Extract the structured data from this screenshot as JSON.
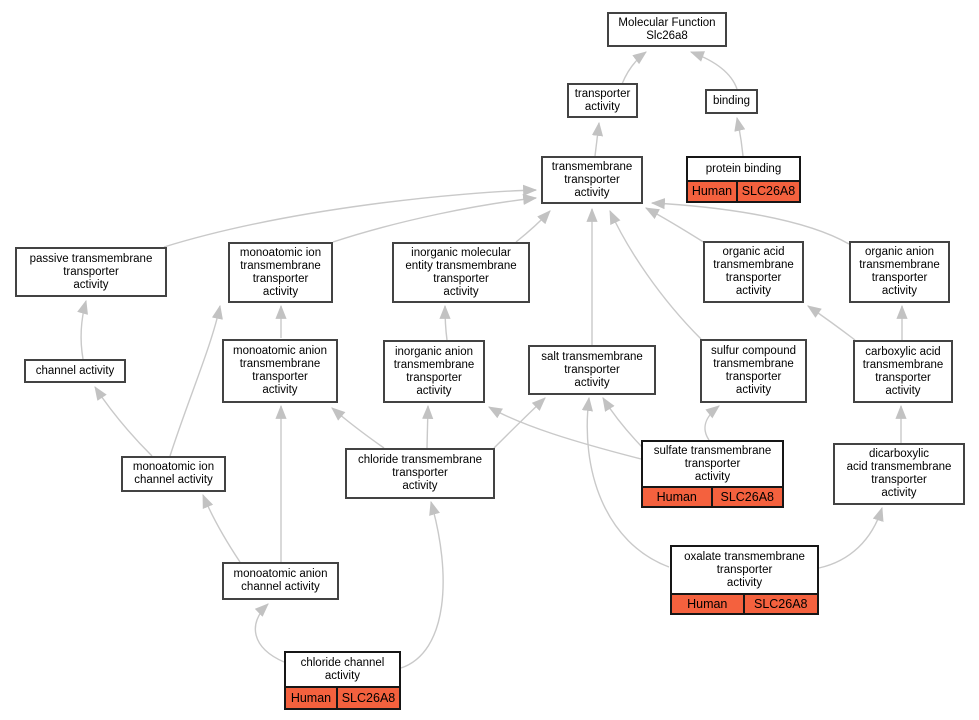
{
  "diagram": {
    "title": "Molecular Function Slc26a8",
    "type": "gene-ontology-dag",
    "annotation_color": "#f4613e",
    "edge_color": "#c9c9c9",
    "node_border_color": "#434343",
    "nodes": [
      {
        "id": "mf",
        "label": "Molecular Function\nSlc26a8"
      },
      {
        "id": "transporter",
        "label": "transporter\nactivity"
      },
      {
        "id": "binding",
        "label": "binding"
      },
      {
        "id": "tta",
        "label": "transmembrane\ntransporter\nactivity"
      },
      {
        "id": "protein_binding",
        "label": "protein binding",
        "annotation": {
          "species": "Human",
          "gene": "SLC26A8"
        }
      },
      {
        "id": "passive",
        "label": "passive transmembrane\ntransporter\nactivity"
      },
      {
        "id": "mono_ion_tta",
        "label": "monoatomic ion\ntransmembrane\ntransporter\nactivity"
      },
      {
        "id": "inorg_mol",
        "label": "inorganic molecular\nentity transmembrane\ntransporter\nactivity"
      },
      {
        "id": "org_acid",
        "label": "organic acid\ntransmembrane\ntransporter\nactivity"
      },
      {
        "id": "org_anion",
        "label": "organic anion\ntransmembrane\ntransporter\nactivity"
      },
      {
        "id": "channel",
        "label": "channel activity"
      },
      {
        "id": "mono_anion_tta",
        "label": "monoatomic anion\ntransmembrane\ntransporter\nactivity"
      },
      {
        "id": "inorg_anion",
        "label": "inorganic anion\ntransmembrane\ntransporter\nactivity"
      },
      {
        "id": "salt",
        "label": "salt transmembrane\ntransporter\nactivity"
      },
      {
        "id": "sulfur",
        "label": "sulfur compound\ntransmembrane\ntransporter\nactivity"
      },
      {
        "id": "carboxylic",
        "label": "carboxylic acid\ntransmembrane\ntransporter\nactivity"
      },
      {
        "id": "mono_ion_channel",
        "label": "monoatomic ion\nchannel activity"
      },
      {
        "id": "chloride_tta",
        "label": "chloride transmembrane\ntransporter\nactivity"
      },
      {
        "id": "sulfate",
        "label": "sulfate transmembrane\ntransporter\nactivity",
        "annotation": {
          "species": "Human",
          "gene": "SLC26A8"
        }
      },
      {
        "id": "dicarboxylic",
        "label": "dicarboxylic\nacid transmembrane\ntransporter\nactivity"
      },
      {
        "id": "mono_anion_channel",
        "label": "monoatomic anion\nchannel activity"
      },
      {
        "id": "oxalate",
        "label": "oxalate transmembrane\ntransporter\nactivity",
        "annotation": {
          "species": "Human",
          "gene": "SLC26A8"
        }
      },
      {
        "id": "chloride_channel",
        "label": "chloride channel\nactivity",
        "annotation": {
          "species": "Human",
          "gene": "SLC26A8"
        }
      }
    ],
    "edges": [
      {
        "from": "transporter",
        "to": "mf"
      },
      {
        "from": "binding",
        "to": "mf"
      },
      {
        "from": "tta",
        "to": "transporter"
      },
      {
        "from": "protein_binding",
        "to": "binding"
      },
      {
        "from": "passive",
        "to": "tta"
      },
      {
        "from": "mono_ion_tta",
        "to": "tta"
      },
      {
        "from": "inorg_mol",
        "to": "tta"
      },
      {
        "from": "salt",
        "to": "tta"
      },
      {
        "from": "sulfur",
        "to": "tta"
      },
      {
        "from": "org_acid",
        "to": "tta"
      },
      {
        "from": "org_anion",
        "to": "tta"
      },
      {
        "from": "channel",
        "to": "passive"
      },
      {
        "from": "mono_anion_tta",
        "to": "mono_ion_tta"
      },
      {
        "from": "mono_ion_channel",
        "to": "channel"
      },
      {
        "from": "mono_ion_channel",
        "to": "mono_ion_tta"
      },
      {
        "from": "inorg_anion",
        "to": "inorg_mol"
      },
      {
        "from": "chloride_tta",
        "to": "mono_anion_tta"
      },
      {
        "from": "chloride_tta",
        "to": "inorg_anion"
      },
      {
        "from": "chloride_tta",
        "to": "salt"
      },
      {
        "from": "sulfate",
        "to": "salt"
      },
      {
        "from": "sulfate",
        "to": "sulfur"
      },
      {
        "from": "sulfate",
        "to": "inorg_anion"
      },
      {
        "from": "carboxylic",
        "to": "org_acid"
      },
      {
        "from": "carboxylic",
        "to": "org_anion"
      },
      {
        "from": "dicarboxylic",
        "to": "carboxylic"
      },
      {
        "from": "oxalate",
        "to": "salt"
      },
      {
        "from": "oxalate",
        "to": "dicarboxylic"
      },
      {
        "from": "mono_anion_channel",
        "to": "mono_ion_channel"
      },
      {
        "from": "mono_anion_channel",
        "to": "mono_anion_tta"
      },
      {
        "from": "chloride_channel",
        "to": "mono_anion_channel"
      },
      {
        "from": "chloride_channel",
        "to": "chloride_tta"
      }
    ]
  }
}
